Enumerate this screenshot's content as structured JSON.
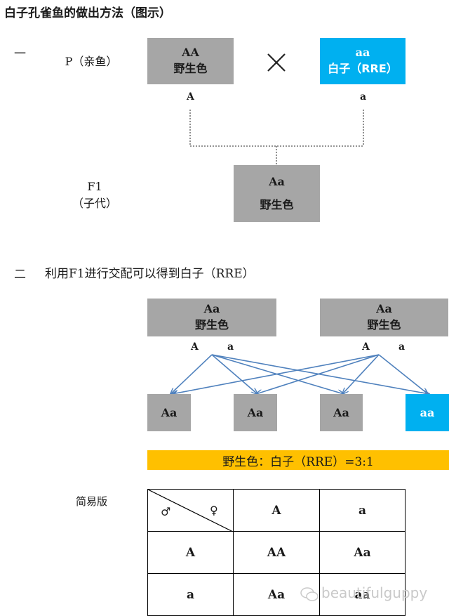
{
  "title": "白子孔雀鱼的做出方法（图示）",
  "section1": {
    "num": "一",
    "p_label": "P（亲鱼）",
    "parent_left": {
      "genotype": "AA",
      "phenotype": "野生色",
      "allele": "A"
    },
    "cross_symbol": "×",
    "parent_right": {
      "genotype": "aa",
      "phenotype": "白子（RRE）",
      "allele": "a"
    },
    "f1_label": "F1",
    "f1_sub": "（子代）",
    "f1_box": {
      "genotype": "Aa",
      "phenotype": "野生色"
    }
  },
  "section2": {
    "num": "二",
    "heading": "利用F1进行交配可以得到白子（RRE）",
    "parent_left": {
      "genotype": "Aa",
      "phenotype": "野生色",
      "alleles": [
        "A",
        "a"
      ]
    },
    "parent_right": {
      "genotype": "Aa",
      "phenotype": "野生色",
      "alleles": [
        "A",
        "a"
      ]
    },
    "offspring": [
      "Aa",
      "Aa",
      "Aa",
      "aa"
    ],
    "ratio": "野生色：白子（RRE）=3:1"
  },
  "punnett": {
    "label": "简易版",
    "male": "♂",
    "female": "♀",
    "col_headers": [
      "A",
      "a"
    ],
    "rows": [
      {
        "header": "A",
        "cells": [
          "AA",
          "Aa"
        ]
      },
      {
        "header": "a",
        "cells": [
          "Aa",
          "aa"
        ]
      }
    ]
  },
  "watermark": "beautifulguppy",
  "colors": {
    "gray": "#a6a6a6",
    "blue": "#00b0f0",
    "ratio_bg": "#ffc000",
    "arrow": "#4f81bd"
  }
}
